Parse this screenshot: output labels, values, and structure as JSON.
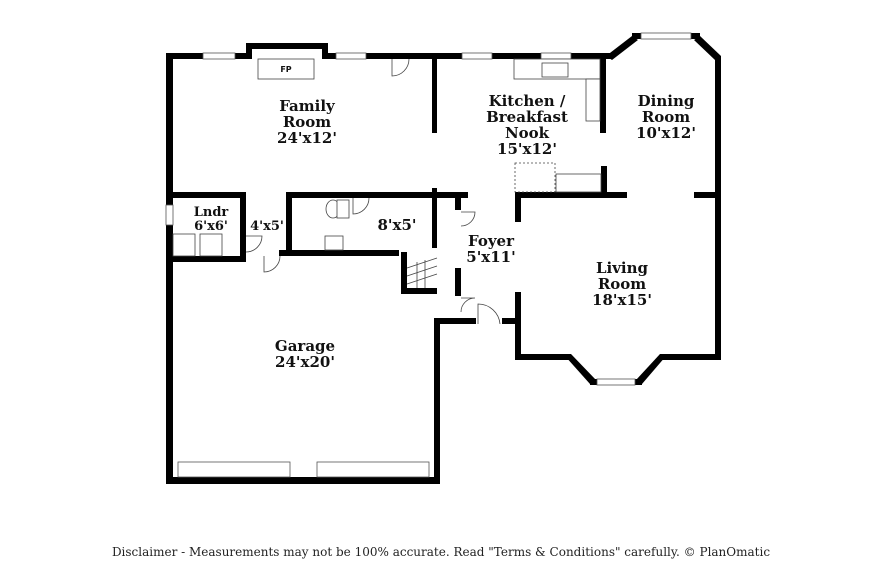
{
  "fireplace_label": "FP",
  "rooms": {
    "family_room": {
      "name_line1": "Family",
      "name_line2": "Room",
      "size": "24'x12'"
    },
    "kitchen": {
      "name_line1": "Kitchen /",
      "name_line2": "Breakfast",
      "name_line3": "Nook",
      "size": "15'x12'"
    },
    "dining_room": {
      "name_line1": "Dining",
      "name_line2": "Room",
      "size": "10'x12'"
    },
    "laundry": {
      "name": "Lndr",
      "size": "6'x6'"
    },
    "hall_small": {
      "size": "4'x5'"
    },
    "bath": {
      "size": "8'x5'"
    },
    "foyer": {
      "name": "Foyer",
      "size": "5'x11'"
    },
    "living_room": {
      "name_line1": "Living",
      "name_line2": "Room",
      "size": "18'x15'"
    },
    "garage": {
      "name": "Garage",
      "size": "24'x20'"
    }
  },
  "disclaimer": "Disclaimer - Measurements may not be 100% accurate. Read \"Terms & Conditions\" carefully. © PlanOmatic"
}
